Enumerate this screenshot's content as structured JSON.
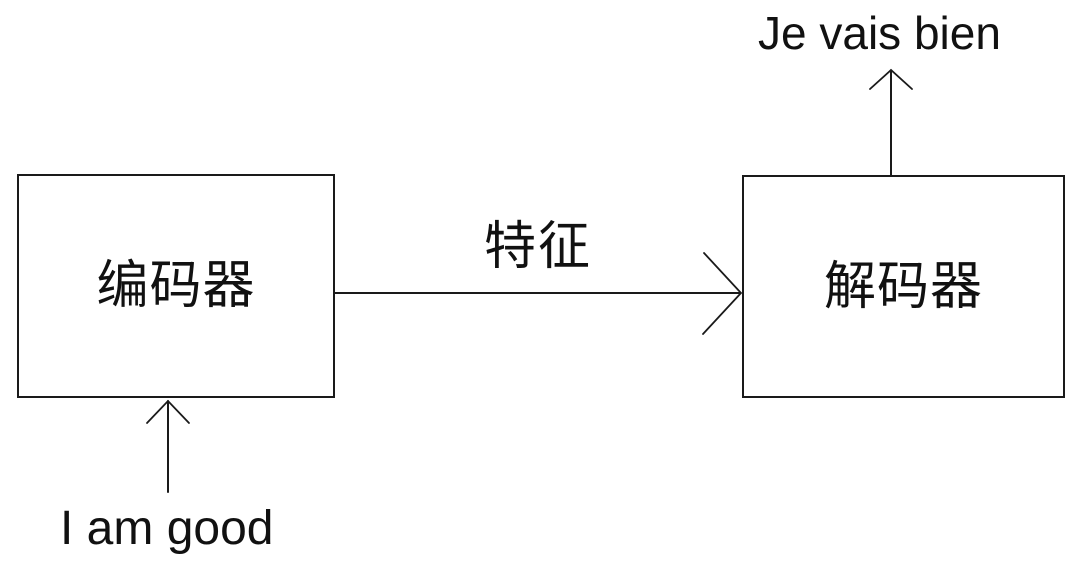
{
  "diagram": {
    "title": "encoder-decoder translation diagram",
    "encoder_label": "编码器",
    "decoder_label": "解码器",
    "feature_label": "特征",
    "input_text": "I am good",
    "output_text": "Je vais bien",
    "colors": {
      "background": "#ffffff",
      "line": "#1a1a1a",
      "text": "#111111"
    }
  }
}
